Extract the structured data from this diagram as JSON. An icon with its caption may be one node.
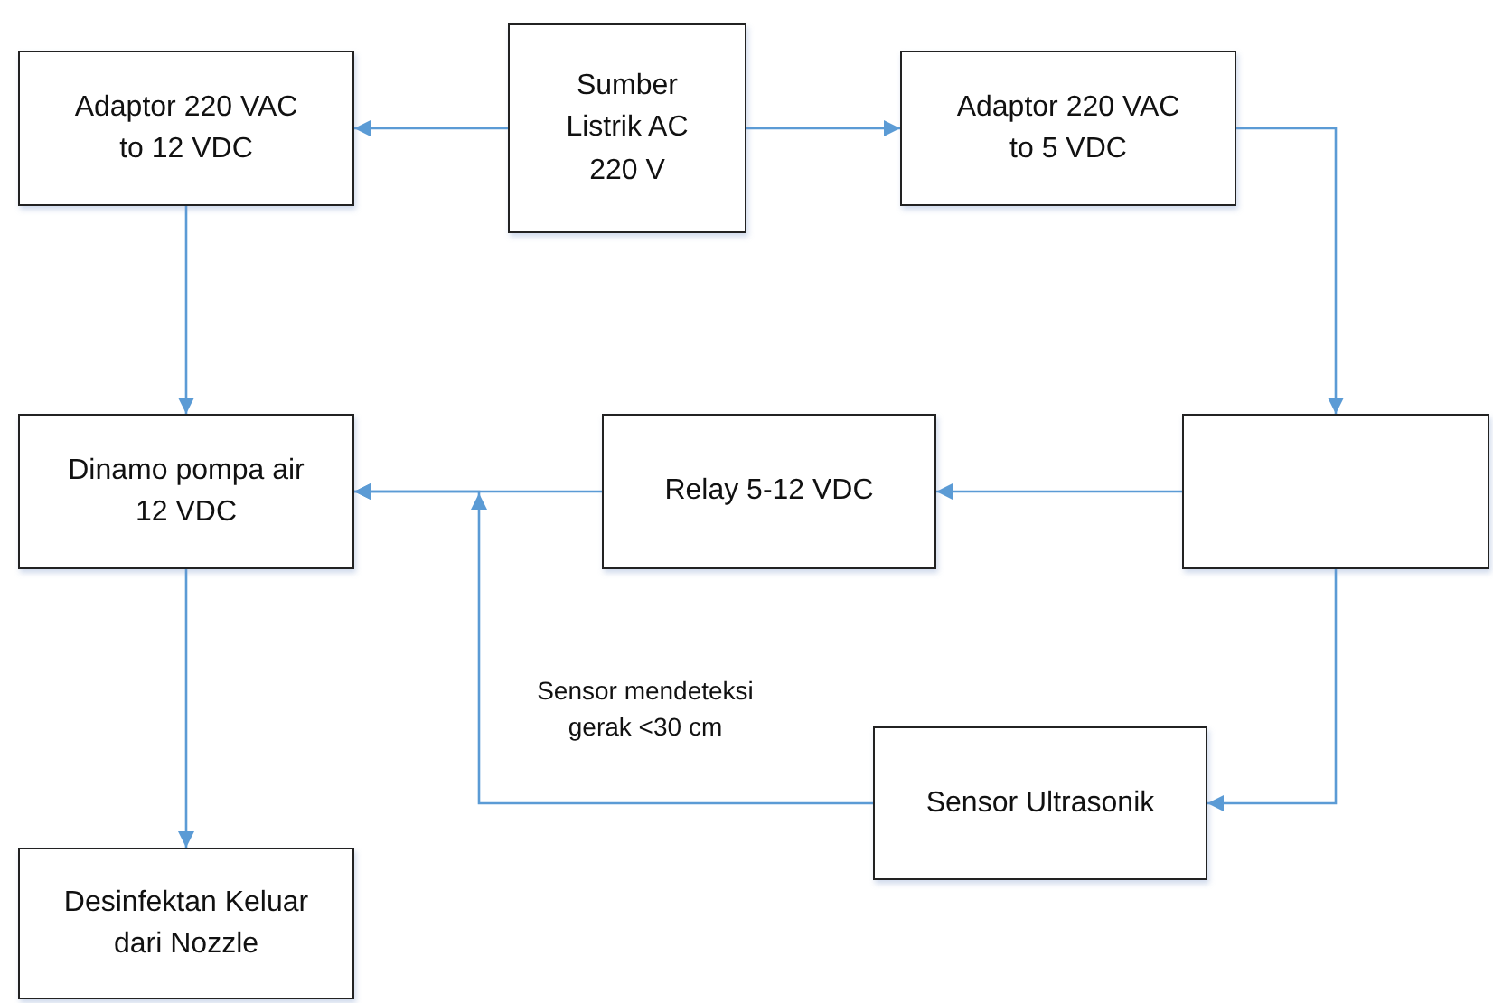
{
  "diagram": {
    "nodes": [
      {
        "text": [
          "Sumber Listrik AC 220 V"
        ]
      },
      {
        "text": [
          "Adaptor 220 VAC to 12 VDC"
        ]
      },
      {
        "text": [
          "Adaptor 220 VAC to 5 VDC"
        ]
      },
      {
        "text": [
          "Dinamo pompa air 12 VDC"
        ]
      },
      {
        "text": [
          "Relay 5-12 VDC"
        ]
      },
      {
        "text": [],
        "shape": "box"
      },
      {
        "text": [
          "Sensor Ultrasonik"
        ]
      },
      {
        "text": [
          "Desinfektan Keluar dari Nozzle"
        ]
      }
    ],
    "edges": [
      {
        "from": 0,
        "to": 1,
        "arrow": "to"
      },
      {
        "from": 0,
        "to": 2,
        "arrow": "to"
      },
      {
        "from": 1,
        "to": 3,
        "arrow": "to"
      },
      {
        "from": 2,
        "to": 5,
        "arrow": "to"
      },
      {
        "from": 5,
        "to": 4,
        "arrow": "to"
      },
      {
        "from": 4,
        "to": 3,
        "arrow": "to"
      },
      {
        "from": 5,
        "to": 6,
        "arrow": "to"
      },
      {
        "from": 6,
        "to": 3,
        "arrow": "to",
        "label": "Sensor mendeteksi gerak <30 cm"
      },
      {
        "from": 3,
        "to": 7,
        "arrow": "to"
      }
    ]
  }
}
